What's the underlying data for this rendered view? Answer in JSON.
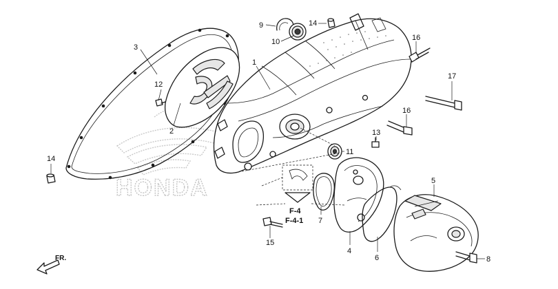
{
  "diagram": {
    "watermark": "HONDA",
    "direction_label": "FR.",
    "reference_labels": [
      "F-4",
      "F-4-1"
    ],
    "callouts": [
      {
        "id": "c1",
        "label": "1"
      },
      {
        "id": "c2",
        "label": "2"
      },
      {
        "id": "c3",
        "label": "3"
      },
      {
        "id": "c4",
        "label": "4"
      },
      {
        "id": "c5",
        "label": "5"
      },
      {
        "id": "c6",
        "label": "6"
      },
      {
        "id": "c7",
        "label": "7"
      },
      {
        "id": "c8",
        "label": "8"
      },
      {
        "id": "c9",
        "label": "9"
      },
      {
        "id": "c10",
        "label": "10"
      },
      {
        "id": "c11",
        "label": "11"
      },
      {
        "id": "c12",
        "label": "12"
      },
      {
        "id": "c13",
        "label": "13"
      },
      {
        "id": "c14a",
        "label": "14"
      },
      {
        "id": "c14b",
        "label": "14"
      },
      {
        "id": "c15",
        "label": "15"
      },
      {
        "id": "c16a",
        "label": "16"
      },
      {
        "id": "c16b",
        "label": "16"
      },
      {
        "id": "c17",
        "label": "17"
      }
    ]
  }
}
